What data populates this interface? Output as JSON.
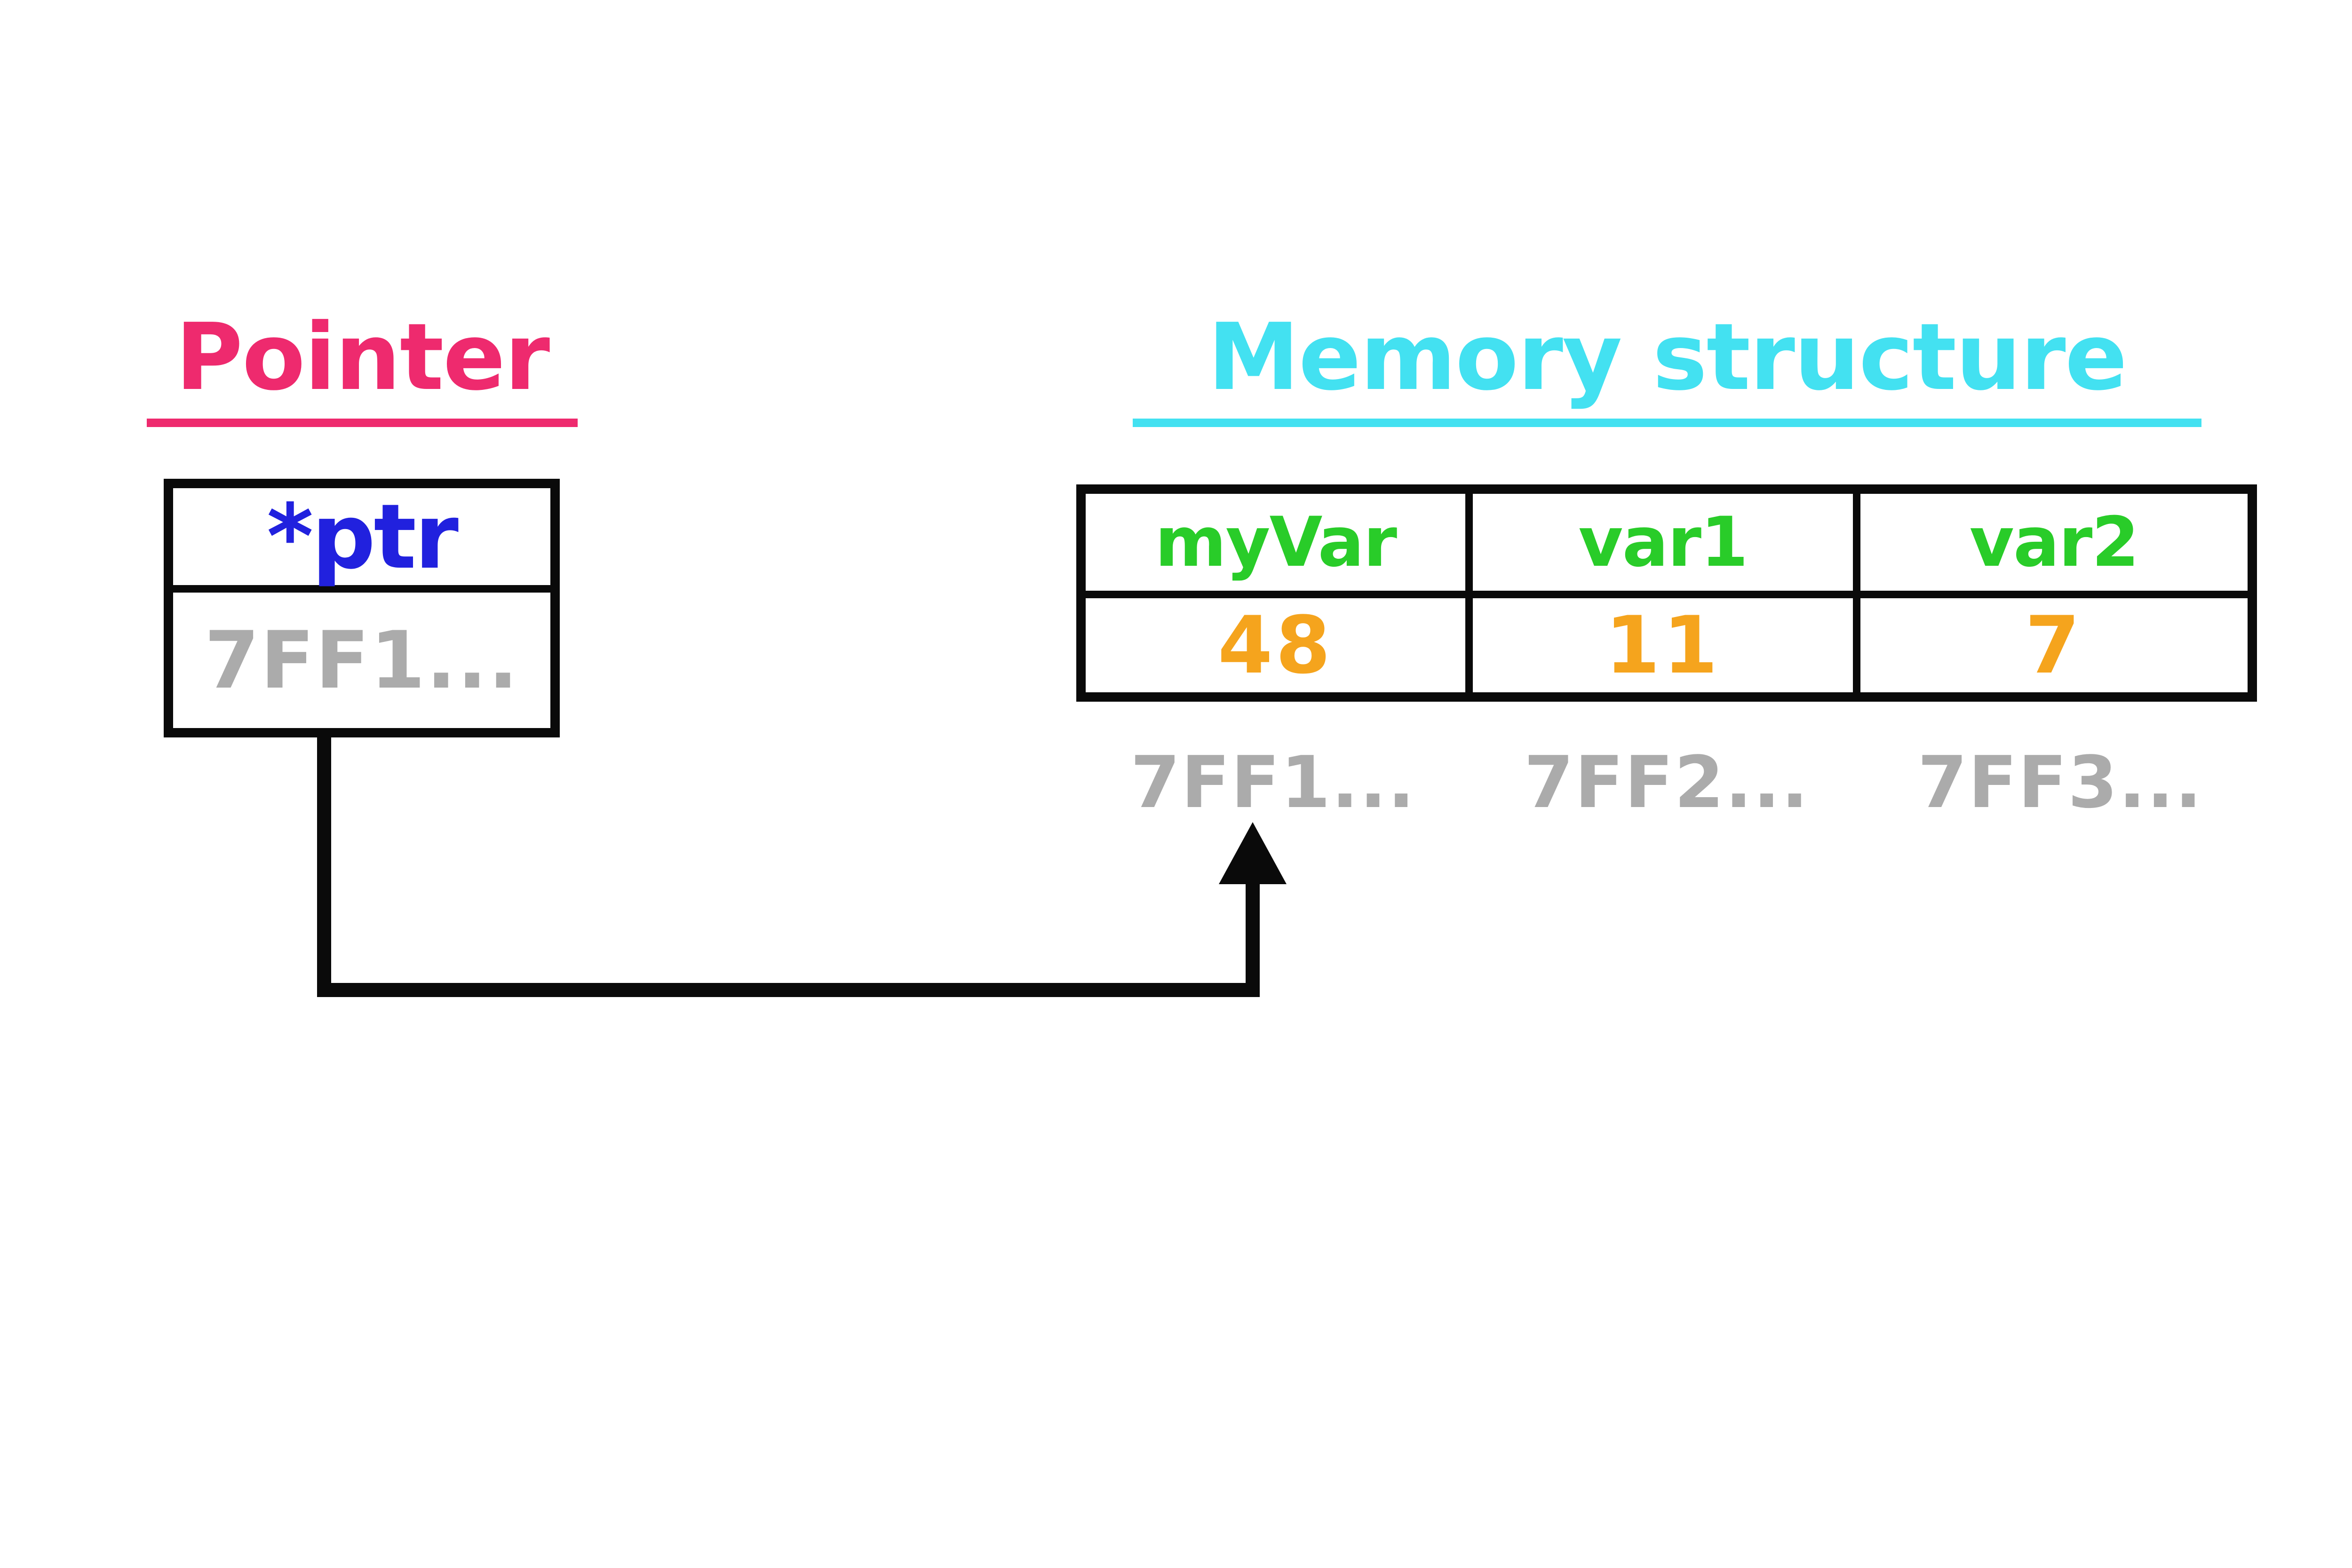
{
  "pointer": {
    "title": "Pointer",
    "variable": "*ptr",
    "address": "7FF1..."
  },
  "memory": {
    "title": "Memory structure",
    "cells": [
      {
        "name": "myVar",
        "value": "48",
        "address": "7FF1..."
      },
      {
        "name": "var1",
        "value": "11",
        "address": "7FF2..."
      },
      {
        "name": "var2",
        "value": "7",
        "address": "7FF3..."
      }
    ]
  },
  "colors": {
    "pointer_title": "#ee2a6e",
    "memory_title": "#43e1f1",
    "pointer_variable": "#2121de",
    "cell_name": "#29cc29",
    "cell_value": "#f5a41d",
    "address_text": "#ababab",
    "outline": "#0a0a0a"
  }
}
